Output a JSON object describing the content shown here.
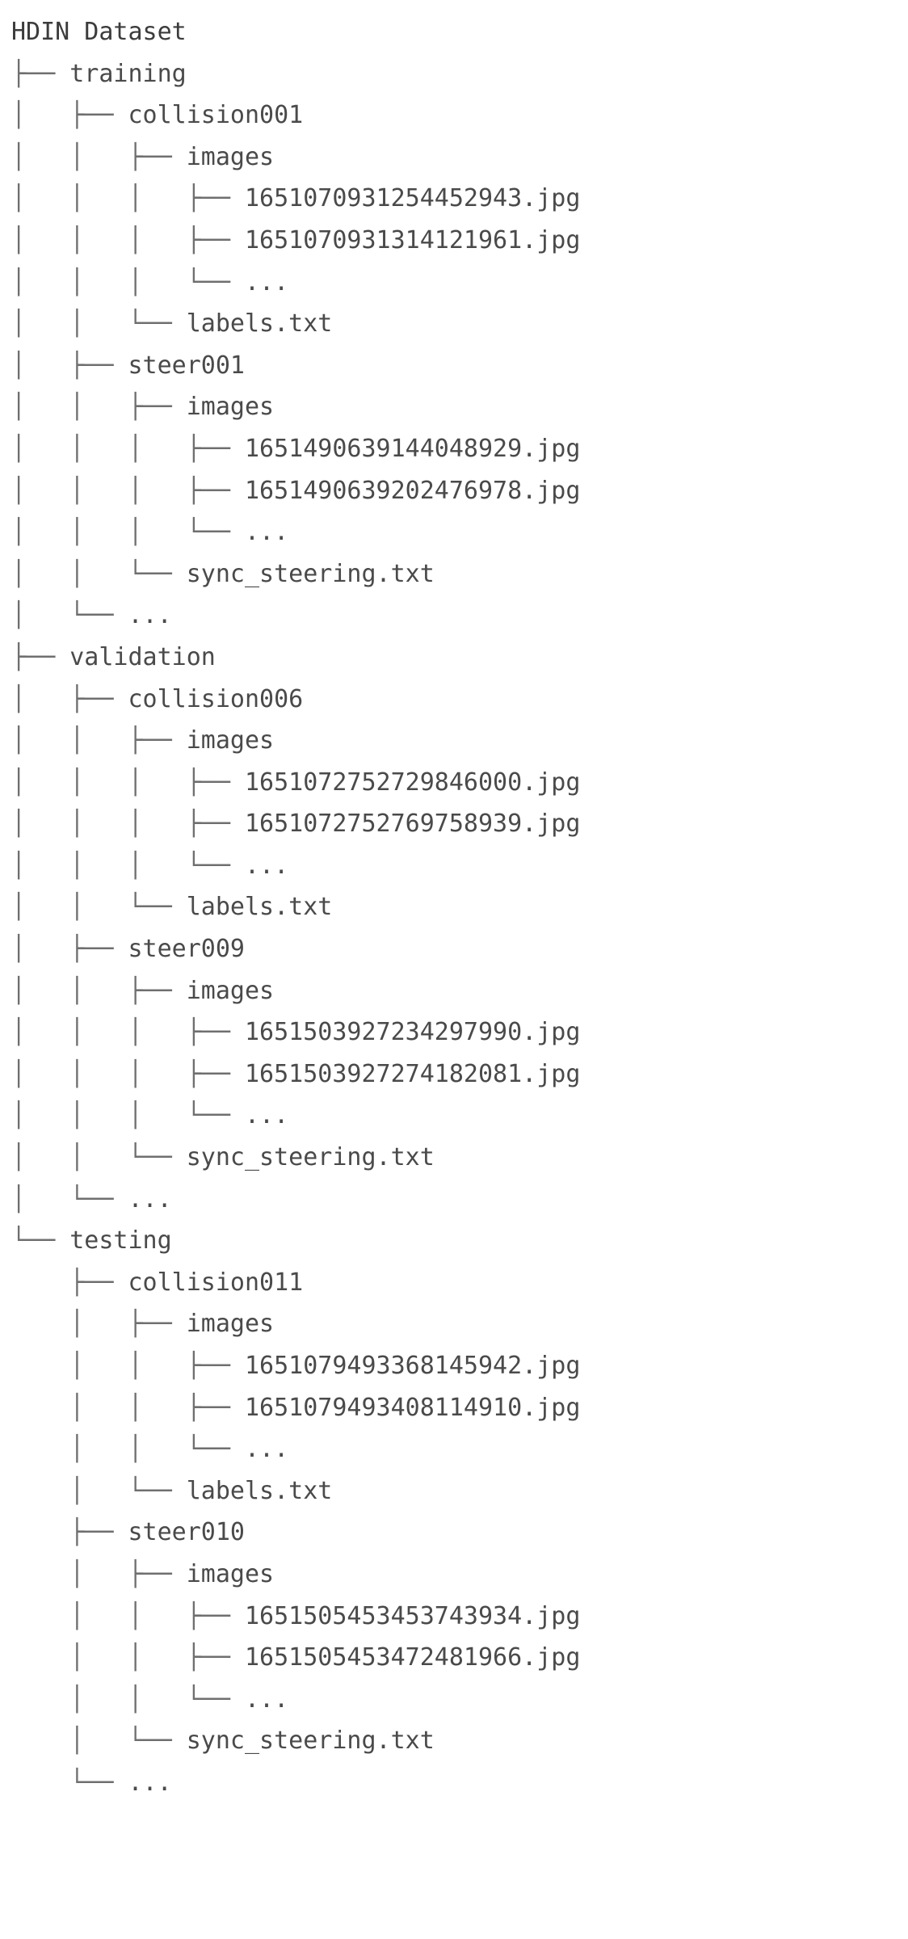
{
  "tree": {
    "root_label": "HDIN Dataset",
    "ellipsis": "...",
    "glyphs": {
      "tee": "├── ",
      "elbow": "└── ",
      "pipe": "│   ",
      "blank": "    "
    },
    "lines": [
      {
        "prefix": "",
        "label": "HDIN Dataset",
        "kind": "root",
        "depth": 0
      },
      {
        "prefix": "├── ",
        "label": "training",
        "kind": "dir",
        "depth": 1
      },
      {
        "prefix": "│   ├── ",
        "label": "collision001",
        "kind": "dir",
        "depth": 2
      },
      {
        "prefix": "│   │   ├── ",
        "label": "images",
        "kind": "dir",
        "depth": 3
      },
      {
        "prefix": "│   │   │   ├── ",
        "label": "1651070931254452943.jpg",
        "kind": "file",
        "depth": 4
      },
      {
        "prefix": "│   │   │   ├── ",
        "label": "1651070931314121961.jpg",
        "kind": "file",
        "depth": 4
      },
      {
        "prefix": "│   │   │   └── ",
        "label": "...",
        "kind": "ellipsis",
        "depth": 4
      },
      {
        "prefix": "│   │   └── ",
        "label": "labels.txt",
        "kind": "file",
        "depth": 3
      },
      {
        "prefix": "│   ├── ",
        "label": "steer001",
        "kind": "dir",
        "depth": 2
      },
      {
        "prefix": "│   │   ├── ",
        "label": "images",
        "kind": "dir",
        "depth": 3
      },
      {
        "prefix": "│   │   │   ├── ",
        "label": "1651490639144048929.jpg",
        "kind": "file",
        "depth": 4
      },
      {
        "prefix": "│   │   │   ├── ",
        "label": "1651490639202476978.jpg",
        "kind": "file",
        "depth": 4
      },
      {
        "prefix": "│   │   │   └── ",
        "label": "...",
        "kind": "ellipsis",
        "depth": 4
      },
      {
        "prefix": "│   │   └── ",
        "label": "sync_steering.txt",
        "kind": "file",
        "depth": 3
      },
      {
        "prefix": "│   └── ",
        "label": "...",
        "kind": "ellipsis",
        "depth": 2
      },
      {
        "prefix": "├── ",
        "label": "validation",
        "kind": "dir",
        "depth": 1
      },
      {
        "prefix": "│   ├── ",
        "label": "collision006",
        "kind": "dir",
        "depth": 2
      },
      {
        "prefix": "│   │   ├── ",
        "label": "images",
        "kind": "dir",
        "depth": 3
      },
      {
        "prefix": "│   │   │   ├── ",
        "label": "1651072752729846000.jpg",
        "kind": "file",
        "depth": 4
      },
      {
        "prefix": "│   │   │   ├── ",
        "label": "1651072752769758939.jpg",
        "kind": "file",
        "depth": 4
      },
      {
        "prefix": "│   │   │   └── ",
        "label": "...",
        "kind": "ellipsis",
        "depth": 4
      },
      {
        "prefix": "│   │   └── ",
        "label": "labels.txt",
        "kind": "file",
        "depth": 3
      },
      {
        "prefix": "│   ├── ",
        "label": "steer009",
        "kind": "dir",
        "depth": 2
      },
      {
        "prefix": "│   │   ├── ",
        "label": "images",
        "kind": "dir",
        "depth": 3
      },
      {
        "prefix": "│   │   │   ├── ",
        "label": "1651503927234297990.jpg",
        "kind": "file",
        "depth": 4
      },
      {
        "prefix": "│   │   │   ├── ",
        "label": "1651503927274182081.jpg",
        "kind": "file",
        "depth": 4
      },
      {
        "prefix": "│   │   │   └── ",
        "label": "...",
        "kind": "ellipsis",
        "depth": 4
      },
      {
        "prefix": "│   │   └── ",
        "label": "sync_steering.txt",
        "kind": "file",
        "depth": 3
      },
      {
        "prefix": "│   └── ",
        "label": "...",
        "kind": "ellipsis",
        "depth": 2
      },
      {
        "prefix": "└── ",
        "label": "testing",
        "kind": "dir",
        "depth": 1
      },
      {
        "prefix": "    ├── ",
        "label": "collision011",
        "kind": "dir",
        "depth": 2
      },
      {
        "prefix": "    │   ├── ",
        "label": "images",
        "kind": "dir",
        "depth": 3
      },
      {
        "prefix": "    │   │   ├── ",
        "label": "1651079493368145942.jpg",
        "kind": "file",
        "depth": 4
      },
      {
        "prefix": "    │   │   ├── ",
        "label": "1651079493408114910.jpg",
        "kind": "file",
        "depth": 4
      },
      {
        "prefix": "    │   │   └── ",
        "label": "...",
        "kind": "ellipsis",
        "depth": 4
      },
      {
        "prefix": "    │   └── ",
        "label": "labels.txt",
        "kind": "file",
        "depth": 3
      },
      {
        "prefix": "    ├── ",
        "label": "steer010",
        "kind": "dir",
        "depth": 2
      },
      {
        "prefix": "    │   ├── ",
        "label": "images",
        "kind": "dir",
        "depth": 3
      },
      {
        "prefix": "    │   │   ├── ",
        "label": "1651505453453743934.jpg",
        "kind": "file",
        "depth": 4
      },
      {
        "prefix": "    │   │   ├── ",
        "label": "1651505453472481966.jpg",
        "kind": "file",
        "depth": 4
      },
      {
        "prefix": "    │   │   └── ",
        "label": "...",
        "kind": "ellipsis",
        "depth": 4
      },
      {
        "prefix": "    │   └── ",
        "label": "sync_steering.txt",
        "kind": "file",
        "depth": 3
      },
      {
        "prefix": "    └── ",
        "label": "...",
        "kind": "ellipsis",
        "depth": 2
      }
    ]
  },
  "colors": {
    "text": "#4a4a4a",
    "guide": "#6f6f6f",
    "background": "#ffffff"
  }
}
